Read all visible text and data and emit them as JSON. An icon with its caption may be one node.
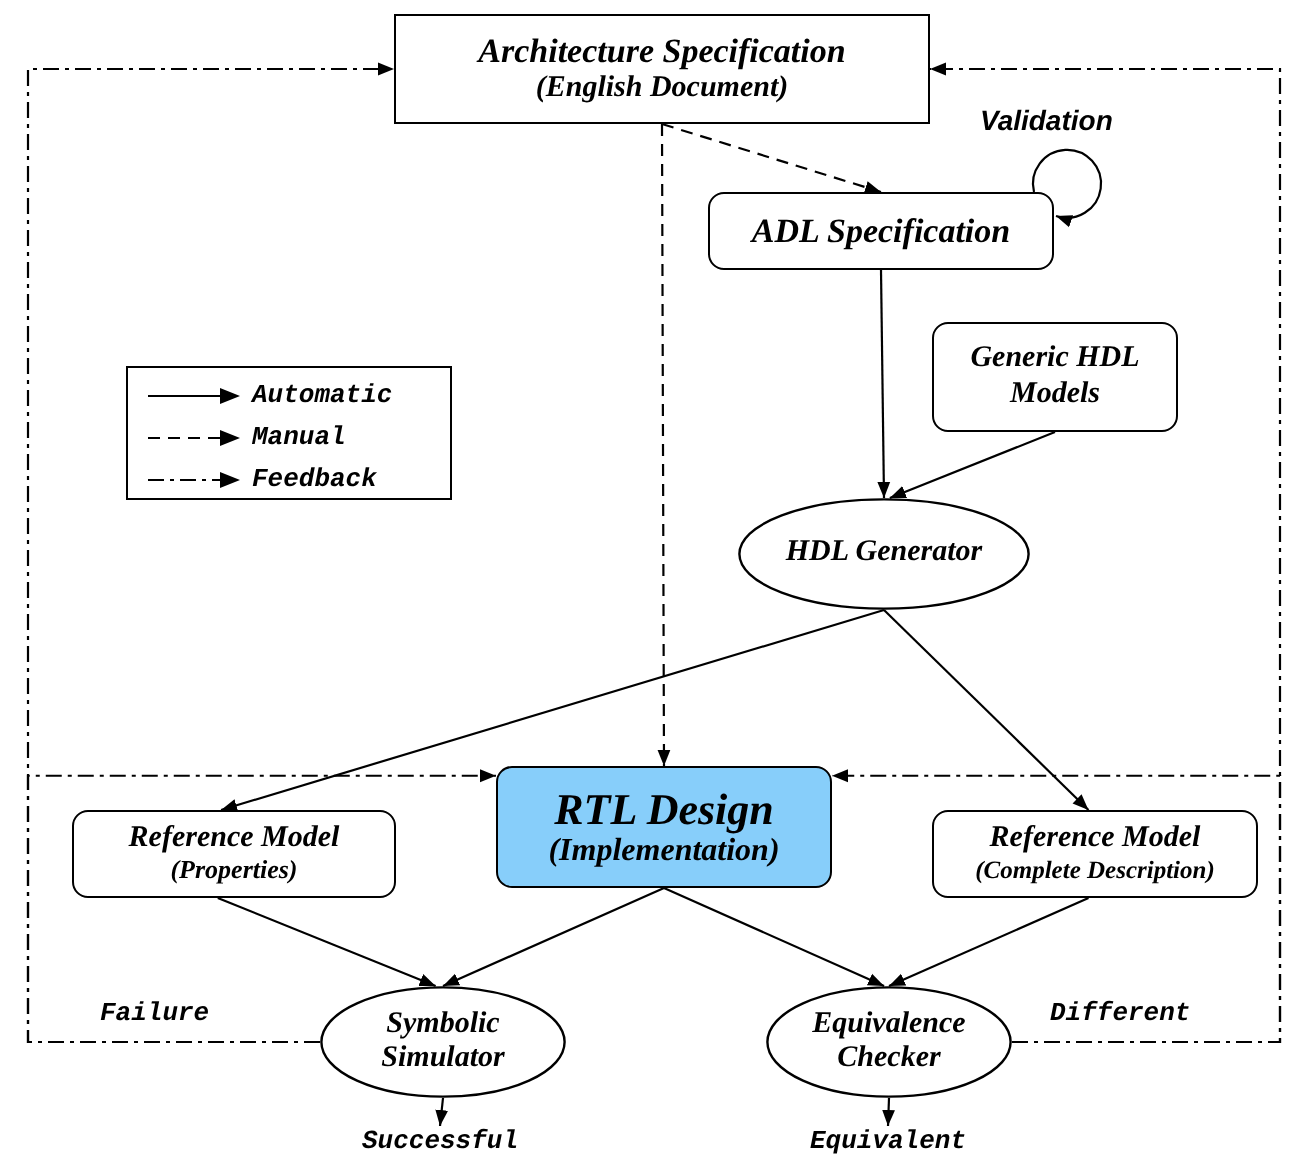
{
  "diagram": {
    "nodes": [
      {
        "text": [
          "Architecture Specification",
          "(English Document)"
        ]
      },
      {
        "text": [
          "ADL Specification"
        ]
      },
      {
        "text": [
          "Generic HDL Models"
        ]
      },
      {
        "text": [
          "HDL Generator"
        ]
      },
      {
        "text": [
          "Reference Model",
          "(Properties)"
        ]
      },
      {
        "text": [
          "RTL Design",
          "(Implementation)"
        ]
      },
      {
        "text": [
          "Reference Model",
          "(Complete Description)"
        ]
      },
      {
        "text": [
          "Symbolic Simulator"
        ]
      },
      {
        "text": [
          "Equivalence Checker"
        ]
      },
      {
        "text": [
          "Successful"
        ]
      },
      {
        "text": [
          "Equivalent"
        ]
      }
    ],
    "edges": [
      {
        "from": 0,
        "to": 1,
        "arrow": "to",
        "style": "dashed"
      },
      {
        "from": 1,
        "to": 1,
        "arrow": "to",
        "label": "Validation"
      },
      {
        "from": 0,
        "to": 5,
        "arrow": "to",
        "style": "dashed"
      },
      {
        "from": 1,
        "to": 3,
        "arrow": "to"
      },
      {
        "from": 2,
        "to": 3,
        "arrow": "to"
      },
      {
        "from": 3,
        "to": 4,
        "arrow": "to"
      },
      {
        "from": 3,
        "to": 6,
        "arrow": "to"
      },
      {
        "from": 4,
        "to": 7,
        "arrow": "to"
      },
      {
        "from": 5,
        "to": 7,
        "arrow": "to"
      },
      {
        "from": 5,
        "to": 8,
        "arrow": "to"
      },
      {
        "from": 6,
        "to": 8,
        "arrow": "to"
      },
      {
        "from": 7,
        "to": 9,
        "arrow": "to"
      },
      {
        "from": 8,
        "to": 10,
        "arrow": "to"
      },
      {
        "from": 7,
        "to": 0,
        "arrow": "to",
        "style": "dashed",
        "label": "Failure"
      },
      {
        "from": 7,
        "to": 5,
        "arrow": "to",
        "style": "dashed"
      },
      {
        "from": 8,
        "to": 0,
        "arrow": "to",
        "style": "dashed",
        "label": "Different"
      },
      {
        "from": 8,
        "to": 5,
        "arrow": "to",
        "style": "dashed"
      }
    ],
    "legend": [
      {
        "text": "Automatic"
      },
      {
        "text": "Manual"
      },
      {
        "text": "Feedback"
      }
    ]
  }
}
